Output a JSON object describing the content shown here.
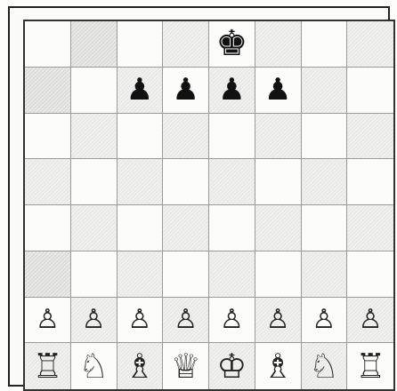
{
  "board": {
    "files": 8,
    "ranks": 8,
    "rows": [
      [
        null,
        null,
        null,
        null,
        {
          "color": "black",
          "type": "king",
          "glyph": "♚"
        },
        null,
        null,
        null
      ],
      [
        null,
        null,
        {
          "color": "black",
          "type": "pawn",
          "glyph": "♟"
        },
        {
          "color": "black",
          "type": "pawn",
          "glyph": "♟"
        },
        {
          "color": "black",
          "type": "pawn",
          "glyph": "♟"
        },
        {
          "color": "black",
          "type": "pawn",
          "glyph": "♟"
        },
        null,
        null
      ],
      [
        null,
        null,
        null,
        null,
        null,
        null,
        null,
        null
      ],
      [
        null,
        null,
        null,
        null,
        null,
        null,
        null,
        null
      ],
      [
        null,
        null,
        null,
        null,
        null,
        null,
        null,
        null
      ],
      [
        null,
        null,
        null,
        null,
        null,
        null,
        null,
        null
      ],
      [
        {
          "color": "white",
          "type": "pawn",
          "glyph": "♙"
        },
        {
          "color": "white",
          "type": "pawn",
          "glyph": "♙"
        },
        {
          "color": "white",
          "type": "pawn",
          "glyph": "♙"
        },
        {
          "color": "white",
          "type": "pawn",
          "glyph": "♙"
        },
        {
          "color": "white",
          "type": "pawn",
          "glyph": "♙"
        },
        {
          "color": "white",
          "type": "pawn",
          "glyph": "♙"
        },
        {
          "color": "white",
          "type": "pawn",
          "glyph": "♙"
        },
        {
          "color": "white",
          "type": "pawn",
          "glyph": "♙"
        }
      ],
      [
        {
          "color": "white",
          "type": "rook",
          "glyph": "♖"
        },
        {
          "color": "white",
          "type": "knight",
          "glyph": "♘"
        },
        {
          "color": "white",
          "type": "bishop",
          "glyph": "♗"
        },
        {
          "color": "white",
          "type": "queen",
          "glyph": "♕"
        },
        {
          "color": "white",
          "type": "king",
          "glyph": "♔"
        },
        {
          "color": "white",
          "type": "bishop",
          "glyph": "♗"
        },
        {
          "color": "white",
          "type": "knight",
          "glyph": "♘"
        },
        {
          "color": "white",
          "type": "rook",
          "glyph": "♖"
        }
      ]
    ]
  },
  "colors": {
    "line": "#9a9a9a",
    "frame": "#222222",
    "black_piece": "#111111",
    "white_piece_outline": "#222222"
  }
}
